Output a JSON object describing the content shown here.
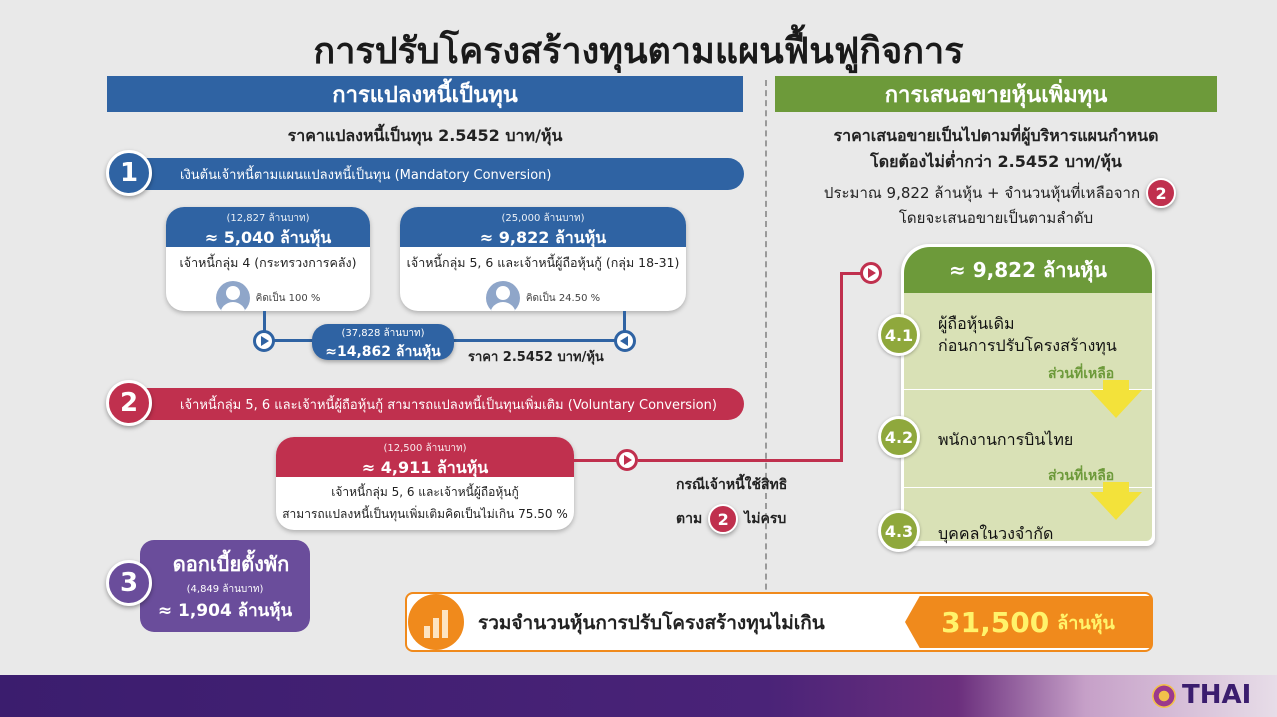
{
  "title": "การปรับโครงสร้างทุนตามแผนฟื้นฟูกิจการ",
  "left": {
    "header": "การแปลงหนี้เป็นทุน",
    "subtitle": "ราคาแปลงหนี้เป็นทุน 2.5452 บาท/หุ้น",
    "step1": {
      "num": "1",
      "label": "เงินต้นเจ้าหนี้ตามแผนแปลงหนี้เป็นทุน (Mandatory Conversion)",
      "card_a": {
        "small": "(12,827 ล้านบาท)",
        "big": "≈ 5,040 ล้านหุ้น",
        "desc": "เจ้าหนี้กลุ่ม 4 (กระทรวงการคลัง)",
        "pct": "คิดเป็น 100 %"
      },
      "card_b": {
        "small": "(25,000 ล้านบาท)",
        "big": "≈ 9,822 ล้านหุ้น",
        "desc": "เจ้าหนี้กลุ่ม 5, 6 และเจ้าหนี้ผู้ถือหุ้นกู้ (กลุ่ม 18-31)",
        "pct": "คิดเป็น 24.50 %"
      },
      "sum": {
        "small": "(37,828 ล้านบาท)",
        "big": "≈14,862 ล้านหุ้น"
      },
      "price": "ราคา 2.5452 บาท/หุ้น"
    },
    "step2": {
      "num": "2",
      "label": "เจ้าหนี้กลุ่ม 5, 6 และเจ้าหนี้ผู้ถือหุ้นกู้ สามารถแปลงหนี้เป็นทุนเพิ่มเติม (Voluntary Conversion)",
      "card": {
        "small": "(12,500 ล้านบาท)",
        "big": "≈ 4,911 ล้านหุ้น",
        "desc1": "เจ้าหนี้กลุ่ม 5, 6 และเจ้าหนี้ผู้ถือหุ้นกู้",
        "desc2": "สามารถแปลงหนี้เป็นทุนเพิ่มเติมคิดเป็นไม่เกิน 75.50 %"
      },
      "note1": "กรณีเจ้าหนี้ใช้สิทธิ",
      "note2a": "ตาม",
      "note2num": "2",
      "note2b": "ไม่ครบ"
    },
    "step3": {
      "num": "3",
      "title": "ดอกเบี้ยตั้งพัก",
      "small": "(4,849 ล้านบาท)",
      "big": "≈ 1,904 ล้านหุ้น"
    }
  },
  "right": {
    "header": "การเสนอขายหุ้นเพิ่มทุน",
    "sub1": "ราคาเสนอขายเป็นไปตามที่ผู้บริหารแผนกำหนด",
    "sub2": "โดยต้องไม่ต่ำกว่า 2.5452 บาท/หุ้น",
    "sub3a": "ประมาณ 9,822 ล้านหุ้น + จำนวนหุ้นที่เหลือจาก",
    "sub3num": "2",
    "sub4": "โดยจะเสนอขายเป็นตามลำดับ",
    "box_head": "≈ 9,822 ล้านหุ้น",
    "items": [
      {
        "num": "4.1",
        "line1": "ผู้ถือหุ้นเดิม",
        "line2": "ก่อนการปรับโครงสร้างทุน",
        "remain": "ส่วนที่เหลือ"
      },
      {
        "num": "4.2",
        "line1": "พนักงานการบินไทย",
        "line2": "",
        "remain": "ส่วนที่เหลือ"
      },
      {
        "num": "4.3",
        "line1": "บุคคลในวงจำกัด",
        "line2": "",
        "remain": ""
      }
    ]
  },
  "total": {
    "label": "รวมจำนวนหุ้นการปรับโครงสร้างทุนไม่เกิน",
    "value": "31,500",
    "unit": "ล้านหุ้น"
  },
  "brand": "THAI",
  "colors": {
    "blue": "#2f63a3",
    "red": "#c0304e",
    "green": "#6d9a3a",
    "purple": "#6a4d9b",
    "orange": "#f08a1c"
  }
}
